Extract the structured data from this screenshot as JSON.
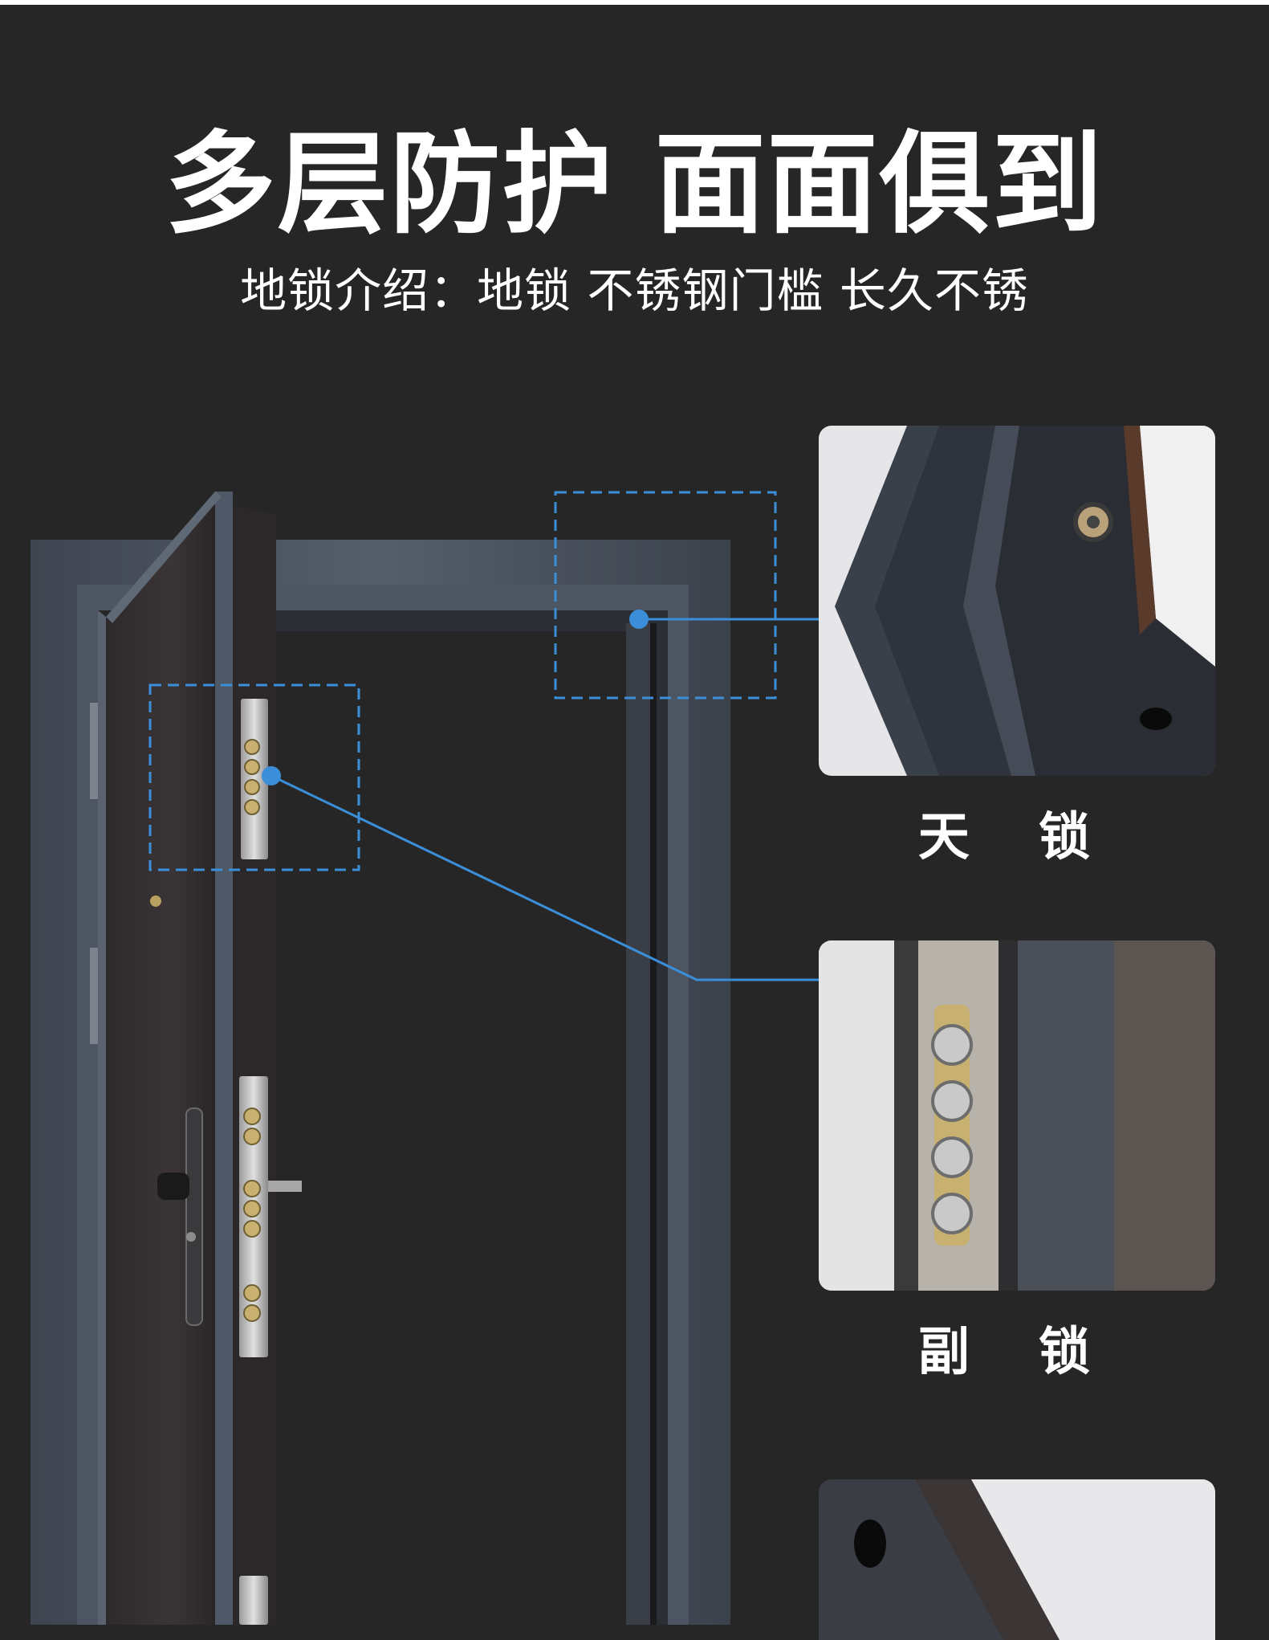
{
  "page": {
    "headline": "多层防护 面面俱到",
    "subtitle": "地锁介绍：地锁 不锈钢门槛 长久不锈"
  },
  "callouts": [
    {
      "label": "天 锁",
      "icon": "top-lock-closeup-photo"
    },
    {
      "label": "副 锁",
      "icon": "secondary-lock-closeup-photo"
    },
    {
      "label": "",
      "icon": "floor-lock-closeup-photo"
    }
  ],
  "colors": {
    "background": "#262626",
    "accent": "#3b8fd9",
    "text": "#ffffff",
    "frame": "#4a5360"
  }
}
